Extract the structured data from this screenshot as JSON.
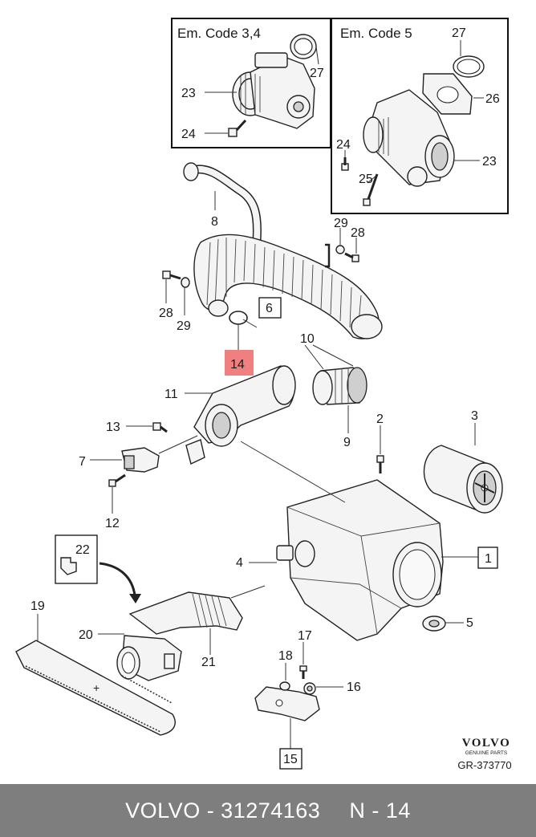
{
  "insets": {
    "left_title": "Em. Code 3,4",
    "right_title": "Em. Code 5"
  },
  "callouts": {
    "c1": "1",
    "c2": "2",
    "c3": "3",
    "c4": "4",
    "c5": "5",
    "c6": "6",
    "c7": "7",
    "c8": "8",
    "c9": "9",
    "c10": "10",
    "c11": "11",
    "c12": "12",
    "c13": "13",
    "c14": "14",
    "c15": "15",
    "c16": "16",
    "c17": "17",
    "c18": "18",
    "c19": "19",
    "c20": "20",
    "c21": "21",
    "c22": "22",
    "c23a": "23",
    "c24a": "24",
    "c27a": "27",
    "c23b": "23",
    "c24b": "24",
    "c25": "25",
    "c26": "26",
    "c27b": "27",
    "c28a": "28",
    "c29a": "29",
    "c28b": "28",
    "c29b": "29"
  },
  "highlight_callout": "14",
  "highlight_color": "#f08080",
  "brand": {
    "name": "VOLVO",
    "tagline": "GENUINE PARTS",
    "ref": "GR-373770"
  },
  "footer": {
    "brand_part": "VOLVO - 31274163",
    "position": "N - 14"
  },
  "colors": {
    "footer_bg": "#7e7e7e",
    "footer_text": "#ffffff"
  }
}
